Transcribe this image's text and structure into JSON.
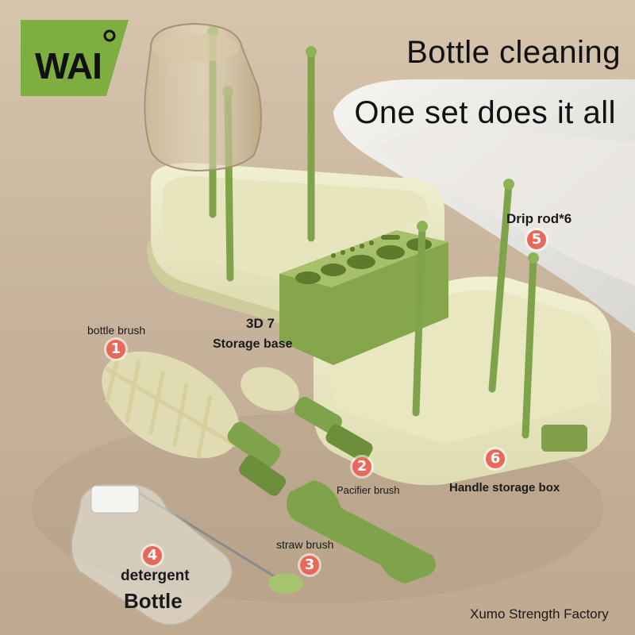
{
  "brand": {
    "logo_text": "WAI"
  },
  "headline": {
    "line1": "Bottle cleaning",
    "line2": "One set does it all"
  },
  "parts": [
    {
      "number": "1",
      "label": "bottle brush"
    },
    {
      "number": "2",
      "label": "Pacifier brush"
    },
    {
      "number": "3",
      "label": "straw brush"
    },
    {
      "number": "4",
      "label_line1": "detergent",
      "label_line2": "Bottle"
    },
    {
      "number": "5",
      "label": "Drip rod*6"
    },
    {
      "number": "6",
      "label": "Handle storage box"
    }
  ],
  "base": {
    "line1": "3D 7",
    "line2": "Storage base"
  },
  "footer": {
    "maker": "Xumo Strength Factory"
  },
  "colors": {
    "accent_green": "#7dae3f",
    "product_green": "#8fae52",
    "cream": "#ecebc4",
    "badge_red": "#e8685a"
  }
}
